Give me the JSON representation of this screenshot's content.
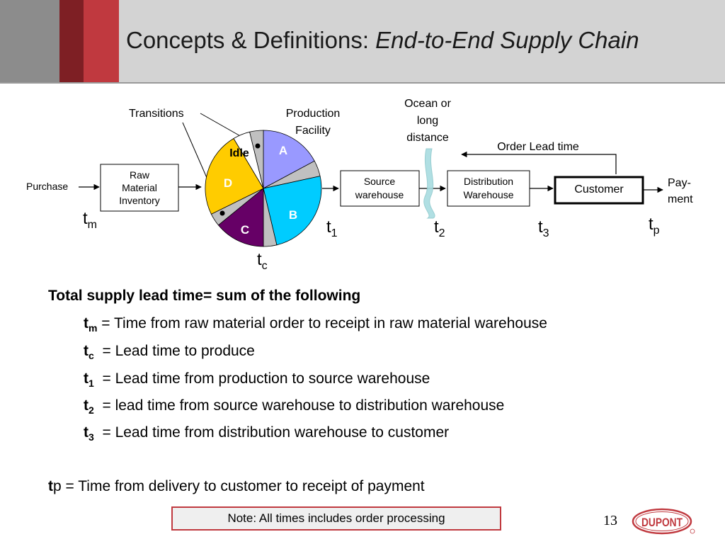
{
  "header": {
    "title_plain": "Concepts & Definitions: ",
    "title_italic": "End-to-End Supply Chain"
  },
  "diagram": {
    "purchase": "Purchase",
    "raw_material": [
      "Raw",
      "Material",
      "Inventory"
    ],
    "production_facility": [
      "Production",
      "Facility"
    ],
    "transitions": "Transitions",
    "pie_labels": {
      "idle": "Idle",
      "a": "A",
      "b": "B",
      "c": "C",
      "d": "D"
    },
    "source_warehouse": [
      "Source",
      "warehouse"
    ],
    "ocean": [
      "Ocean or",
      "long",
      "distance"
    ],
    "distribution_warehouse": [
      "Distribution",
      "Warehouse"
    ],
    "order_lead_time": "Order Lead time",
    "customer": "Customer",
    "payment": [
      "Pay-",
      "ment"
    ],
    "times": {
      "tm": {
        "base": "t",
        "sub": "m"
      },
      "tc": {
        "base": "t",
        "sub": "c"
      },
      "t1": {
        "base": "t",
        "sub": "1"
      },
      "t2": {
        "base": "t",
        "sub": "2"
      },
      "t3": {
        "base": "t",
        "sub": "3"
      },
      "tp": {
        "base": "t",
        "sub": "p"
      }
    },
    "colors": {
      "slice_a": "#9999ff",
      "slice_b": "#00ccff",
      "slice_c": "#660066",
      "slice_d": "#ffcc00",
      "slice_idle": "#ffffff",
      "slice_transition": "#c0c0c0",
      "ocean": "#a8dce0"
    }
  },
  "definitions": {
    "heading": "Total supply lead time= sum of the following",
    "rows": [
      {
        "sym": "t",
        "sub": "m",
        "text": " = Time from raw material order to receipt in raw material warehouse"
      },
      {
        "sym": "t",
        "sub": "c",
        "text": "  = Lead time to produce"
      },
      {
        "sym": "t",
        "sub": "1",
        "text": "  = Lead time from production to source warehouse"
      },
      {
        "sym": "t",
        "sub": "2",
        "text": "  = lead time from source warehouse to distribution warehouse"
      },
      {
        "sym": "t",
        "sub": "3",
        "text": "  = Lead time from distribution warehouse to customer"
      }
    ],
    "tp": {
      "sym": "t",
      "p": "p",
      "text": " = Time from delivery to customer to receipt of payment"
    }
  },
  "note": "Note:  All times includes order processing",
  "page_number": "13",
  "logo_text": "DUPONT",
  "brand_colors": {
    "red": "#c0393f",
    "dark_red": "#7e1f24",
    "grey": "#8c8c8c",
    "header_bg": "#d3d3d3"
  }
}
